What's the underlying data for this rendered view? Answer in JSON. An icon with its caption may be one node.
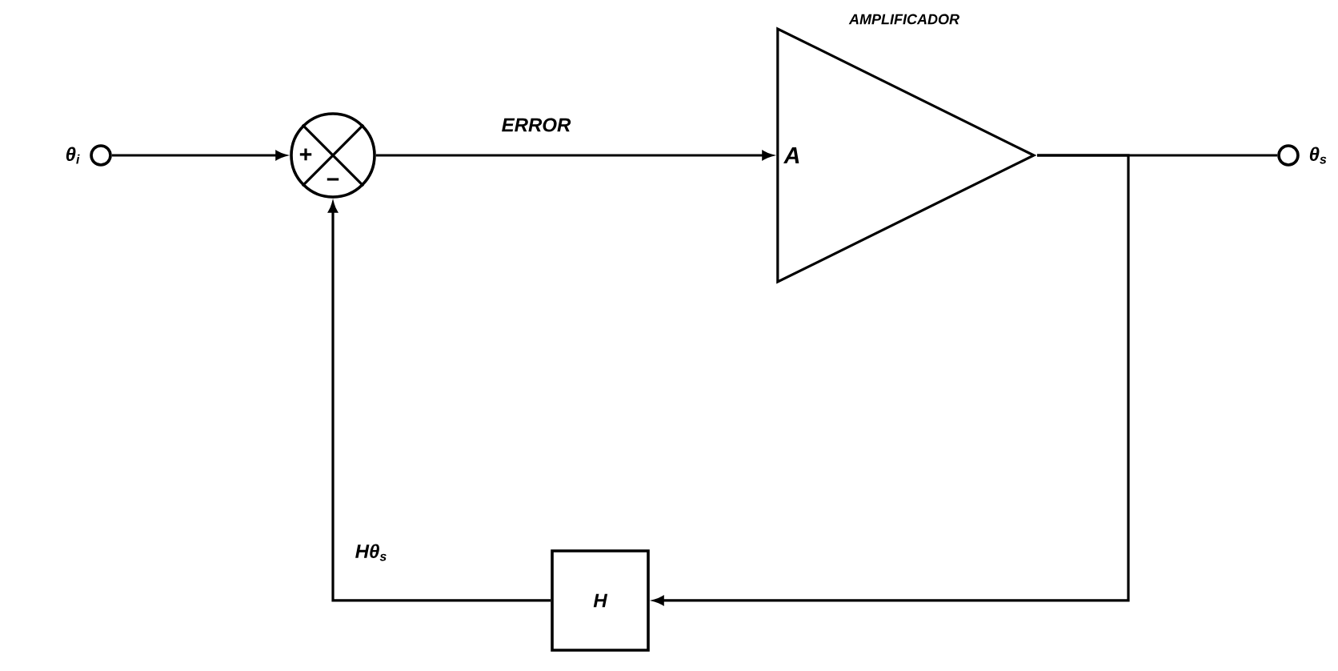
{
  "diagram": {
    "nodes": [
      {
        "text": [],
        "shape": "circle",
        "beside": [
          "θ$_{i}$"
        ]
      },
      {
        "text": [
          "+",
          "−"
        ]
      },
      {
        "text": [
          "A"
        ],
        "beside": [
          "AMPLIFICADOR"
        ]
      },
      {
        "text": [],
        "shape": "circle",
        "beside": [
          "θ$_{s}$"
        ]
      },
      {
        "text": [
          "H"
        ]
      }
    ],
    "edges": [
      {
        "from": 0,
        "to": 1,
        "arrow": "to"
      },
      {
        "from": 1,
        "to": 2,
        "arrow": "to",
        "label": "ERROR"
      },
      {
        "from": 2,
        "to": 3,
        "arrow": "none"
      },
      {
        "from": 2,
        "to": 4,
        "arrow": "to"
      },
      {
        "from": 4,
        "to": 1,
        "arrow": "to",
        "label": "Hθ$_{s}$"
      }
    ]
  }
}
